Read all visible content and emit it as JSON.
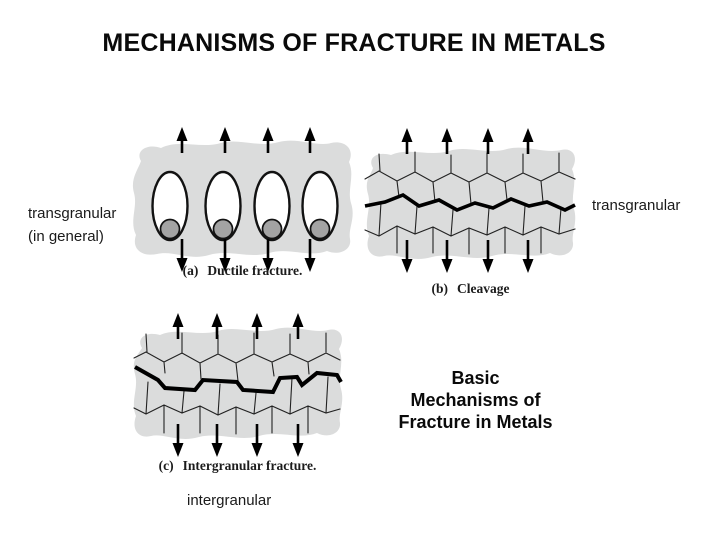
{
  "slide": {
    "title": "MECHANISMS OF FRACTURE IN METALS",
    "labels": {
      "transgranular_general_line1": "transgranular",
      "transgranular_general_line2": "(in general)",
      "transgranular_right": "transgranular",
      "intergranular": "intergranular"
    },
    "figures": {
      "a": {
        "caption_prefix": "(a)",
        "caption_text": "Ductile fracture."
      },
      "b": {
        "caption_prefix": "(b)",
        "caption_text": "Cleavage"
      },
      "c": {
        "caption_prefix": "(c)",
        "caption_text": "Intergranular fracture."
      }
    },
    "callout": {
      "line1": "Basic",
      "line2": "Mechanisms of",
      "line3": "Fracture in Metals"
    },
    "colors": {
      "background": "#ffffff",
      "text": "#000000",
      "grain_fill": "#dbdcdc",
      "particle_fill": "#a3a3a3",
      "line": "#000000"
    }
  }
}
